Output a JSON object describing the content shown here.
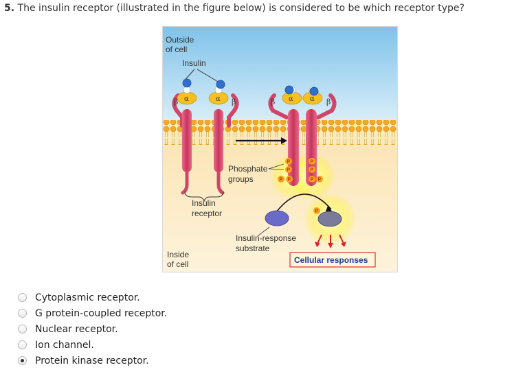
{
  "question": {
    "number": "5.",
    "text": "The insulin receptor (illustrated in the figure below) is considered to be which receptor type?"
  },
  "figure": {
    "outside_line1": "Outside",
    "outside_line2": "of cell",
    "inside_line1": "Inside",
    "inside_line2": "of cell",
    "insulin": "Insulin",
    "alpha": "α",
    "beta": "β",
    "phosphate_line1": "Phosphate",
    "phosphate_line2": "groups",
    "p": "P",
    "receptor_line1": "Insulin",
    "receptor_line2": "receptor",
    "substrate_line1": "Insulin-response",
    "substrate_line2": "substrate",
    "cellular_responses": "Cellular responses"
  },
  "options": [
    {
      "label": "Cytoplasmic receptor.",
      "selected": false
    },
    {
      "label": "G protein-coupled receptor.",
      "selected": false
    },
    {
      "label": "Nuclear receptor.",
      "selected": false
    },
    {
      "label": "Ion channel.",
      "selected": false
    },
    {
      "label": "Protein kinase receptor.",
      "selected": true
    }
  ],
  "colors": {
    "receptor": "#d0466a",
    "alpha": "#f5c020",
    "insulin": "#2f6fd0",
    "phosphate": "#f6a21a",
    "substrate": "#6a6ac8",
    "arrow_red": "#e02020",
    "box_border": "#e03030"
  }
}
